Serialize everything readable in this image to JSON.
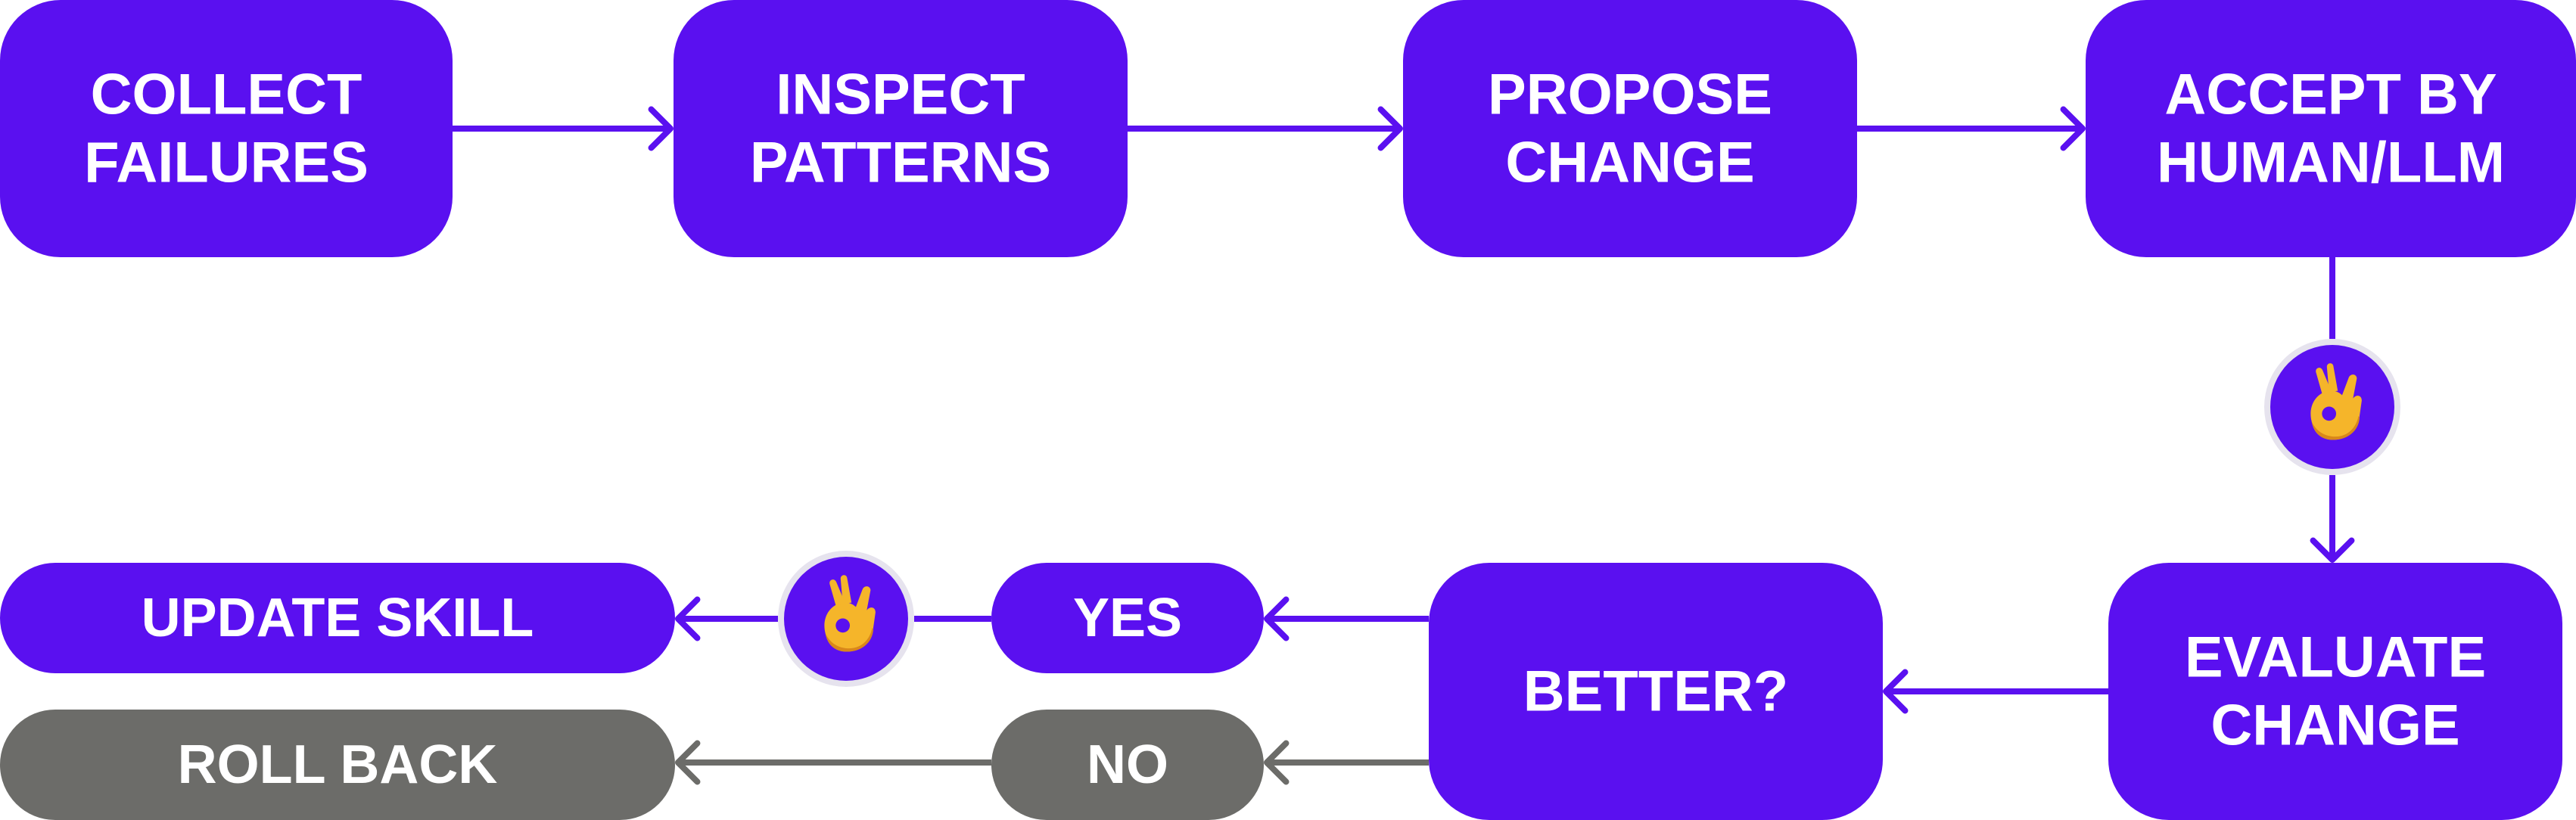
{
  "colors": {
    "primary": "#5a10f0",
    "neutral": "#6c6c69",
    "text": "#ffffff",
    "badge_ring": "#e6e3ee",
    "emoji_skin": "#f5b52a",
    "emoji_shade": "#d9871a"
  },
  "nodes": {
    "collect_failures": {
      "lines": [
        "COLLECT",
        "FAILURES"
      ]
    },
    "inspect_patterns": {
      "lines": [
        "INSPECT",
        "PATTERNS"
      ]
    },
    "propose_change": {
      "lines": [
        "PROPOSE",
        "CHANGE"
      ]
    },
    "accept": {
      "lines": [
        "ACCEPT BY",
        "HUMAN/LLM"
      ]
    },
    "evaluate_change": {
      "lines": [
        "EVALUATE",
        "CHANGE"
      ]
    },
    "better": {
      "lines": [
        "BETTER?"
      ]
    },
    "yes": {
      "lines": [
        "YES"
      ]
    },
    "no": {
      "lines": [
        "NO"
      ]
    },
    "update_skill": {
      "lines": [
        "UPDATE SKILL"
      ]
    },
    "roll_back": {
      "lines": [
        "ROLL BACK"
      ]
    }
  },
  "badges": {
    "accept_badge": {
      "icon": "ok-hand-icon"
    },
    "yes_badge": {
      "icon": "ok-hand-icon"
    }
  }
}
